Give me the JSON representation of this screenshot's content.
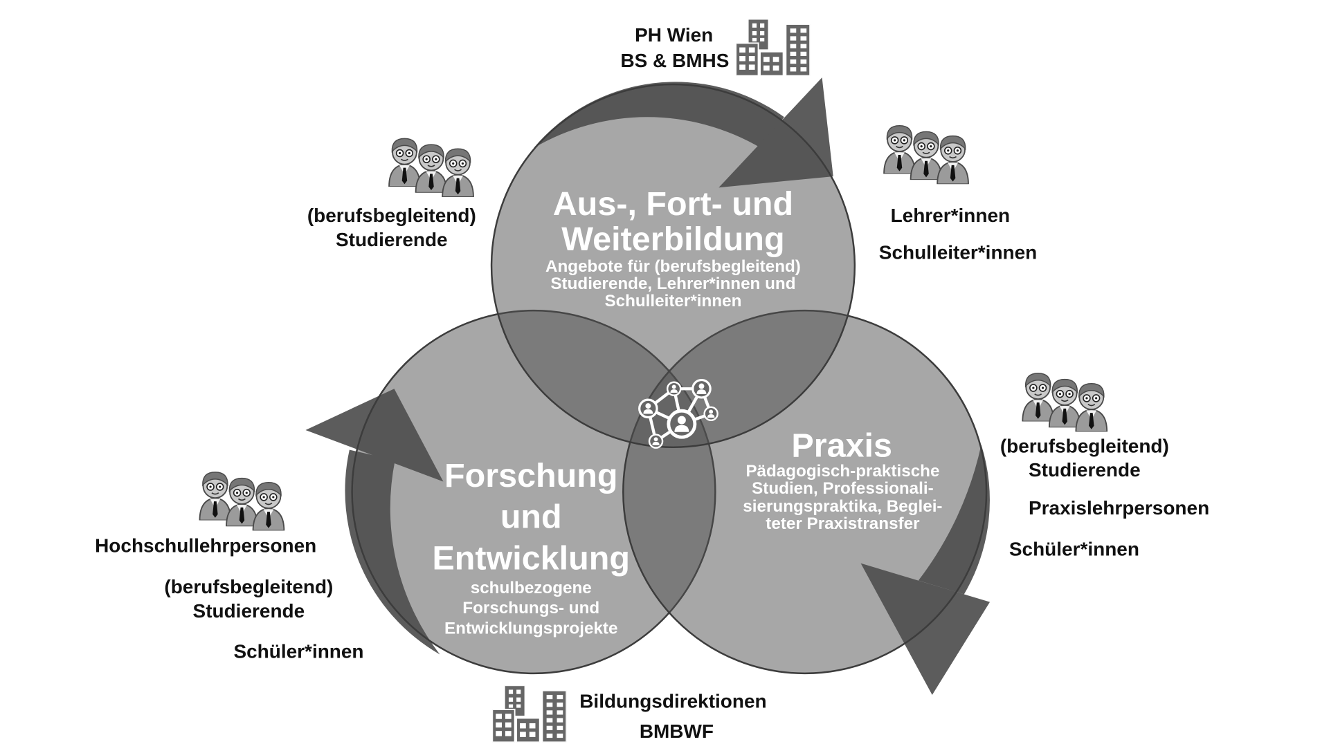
{
  "institutions": {
    "top": {
      "icon": "building-icon",
      "lines": [
        "PH Wien",
        "BS & BMHS"
      ]
    },
    "bottom": {
      "icon": "building-icon",
      "lines": [
        "Bildungsdirektionen",
        "BMBWF"
      ]
    }
  },
  "circles": {
    "education": {
      "title": [
        "Aus-, Fort- und",
        "Weiterbildung"
      ],
      "description": [
        "Angebote für (berufsbegleitend)",
        "Studierende, Lehrer*innen und",
        "Schulleiter*innen"
      ]
    },
    "practice": {
      "title": [
        "Praxis"
      ],
      "description": [
        "Pädagogisch-praktische",
        "Studien, Professionali-",
        "sierungspraktika, Beglei-",
        "teter Praxistransfer"
      ]
    },
    "research": {
      "title": [
        "Forschung",
        "und",
        "Entwicklung"
      ],
      "description": [
        "schulbezogene",
        "Forschungs- und",
        "Entwicklungsprojekte"
      ]
    },
    "center_icon": "network-icon"
  },
  "stakeholders": {
    "top_left": {
      "icon": "people-group-icon",
      "lines": [
        "(berufsbegleitend)",
        "Studierende"
      ]
    },
    "top_right": {
      "icon": "people-group-icon",
      "lines": [
        "Lehrer*innen",
        "Schulleiter*innen"
      ]
    },
    "right": {
      "icon": "people-group-icon",
      "lines": [
        "(berufsbegleitend)",
        "Studierende",
        "Praxislehrpersonen",
        "Schüler*innen"
      ]
    },
    "left": {
      "icon": "people-group-icon",
      "lines": [
        "Hochschullehrpersonen",
        "(berufsbegleitend)",
        "Studierende",
        "Schüler*innen"
      ]
    }
  },
  "arrows": {
    "icon": "curved-arrow-icon"
  },
  "colors": {
    "background": "#ffffff",
    "circle": "#505050",
    "arrow": "#5c5c5c",
    "label_text": "#111111",
    "circle_text": "#ffffff"
  }
}
